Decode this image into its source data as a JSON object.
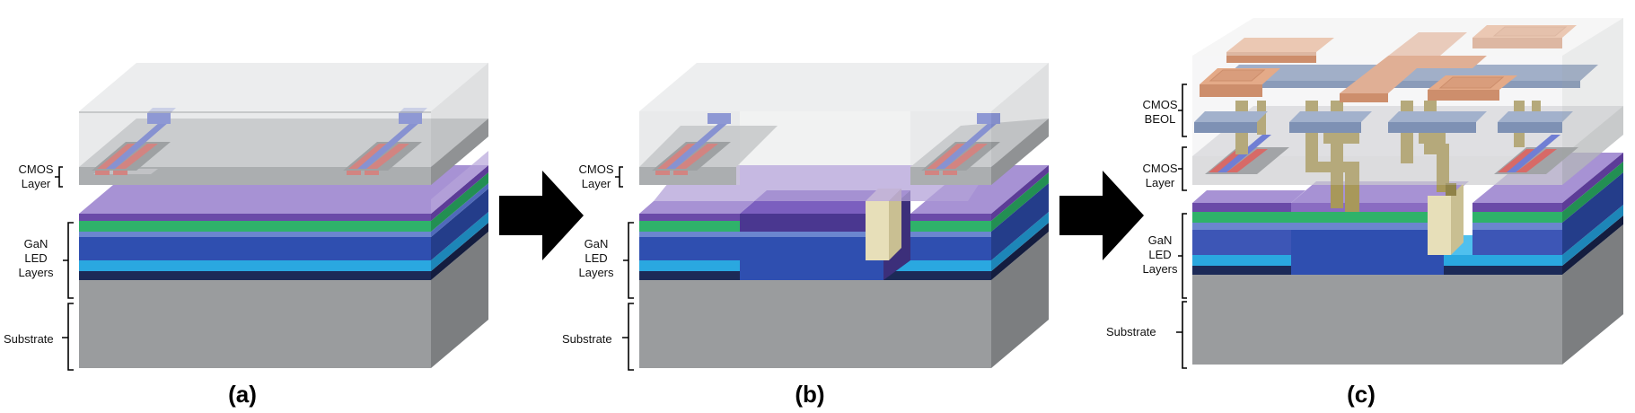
{
  "panels": [
    {
      "caption": "(a)",
      "labels": {
        "cmos": [
          "CMOS",
          "Layer"
        ],
        "gan": [
          "GaN",
          "LED",
          "Layers"
        ],
        "substrate": "Substrate"
      }
    },
    {
      "caption": "(b)",
      "labels": {
        "cmos": [
          "CMOS",
          "Layer"
        ],
        "gan": [
          "GaN",
          "LED",
          "Layers"
        ],
        "substrate": "Substrate"
      }
    },
    {
      "caption": "(c)",
      "labels": {
        "beol": [
          "CMOS",
          "BEOL"
        ],
        "cmos": [
          "CMOS",
          "Layer"
        ],
        "gan": [
          "GaN",
          "LED",
          "Layers"
        ],
        "substrate": "Substrate"
      }
    }
  ],
  "colors": {
    "substrate": "#9a9c9e",
    "dark_blue": "#1c2a57",
    "cyan": "#2aa8e0",
    "blue": "#2f4fb0",
    "green": "#2fb26a",
    "purple": "#8a6cc2",
    "cmos_gray": "#8f9294",
    "gate_red": "#d6453f",
    "gate_blue": "#4d5fd0",
    "copper": "#d9895b",
    "steel": "#6f86ad",
    "via_gold": "#a8985a",
    "pad_cream": "#e7dfb9",
    "arrow": "#000000"
  }
}
